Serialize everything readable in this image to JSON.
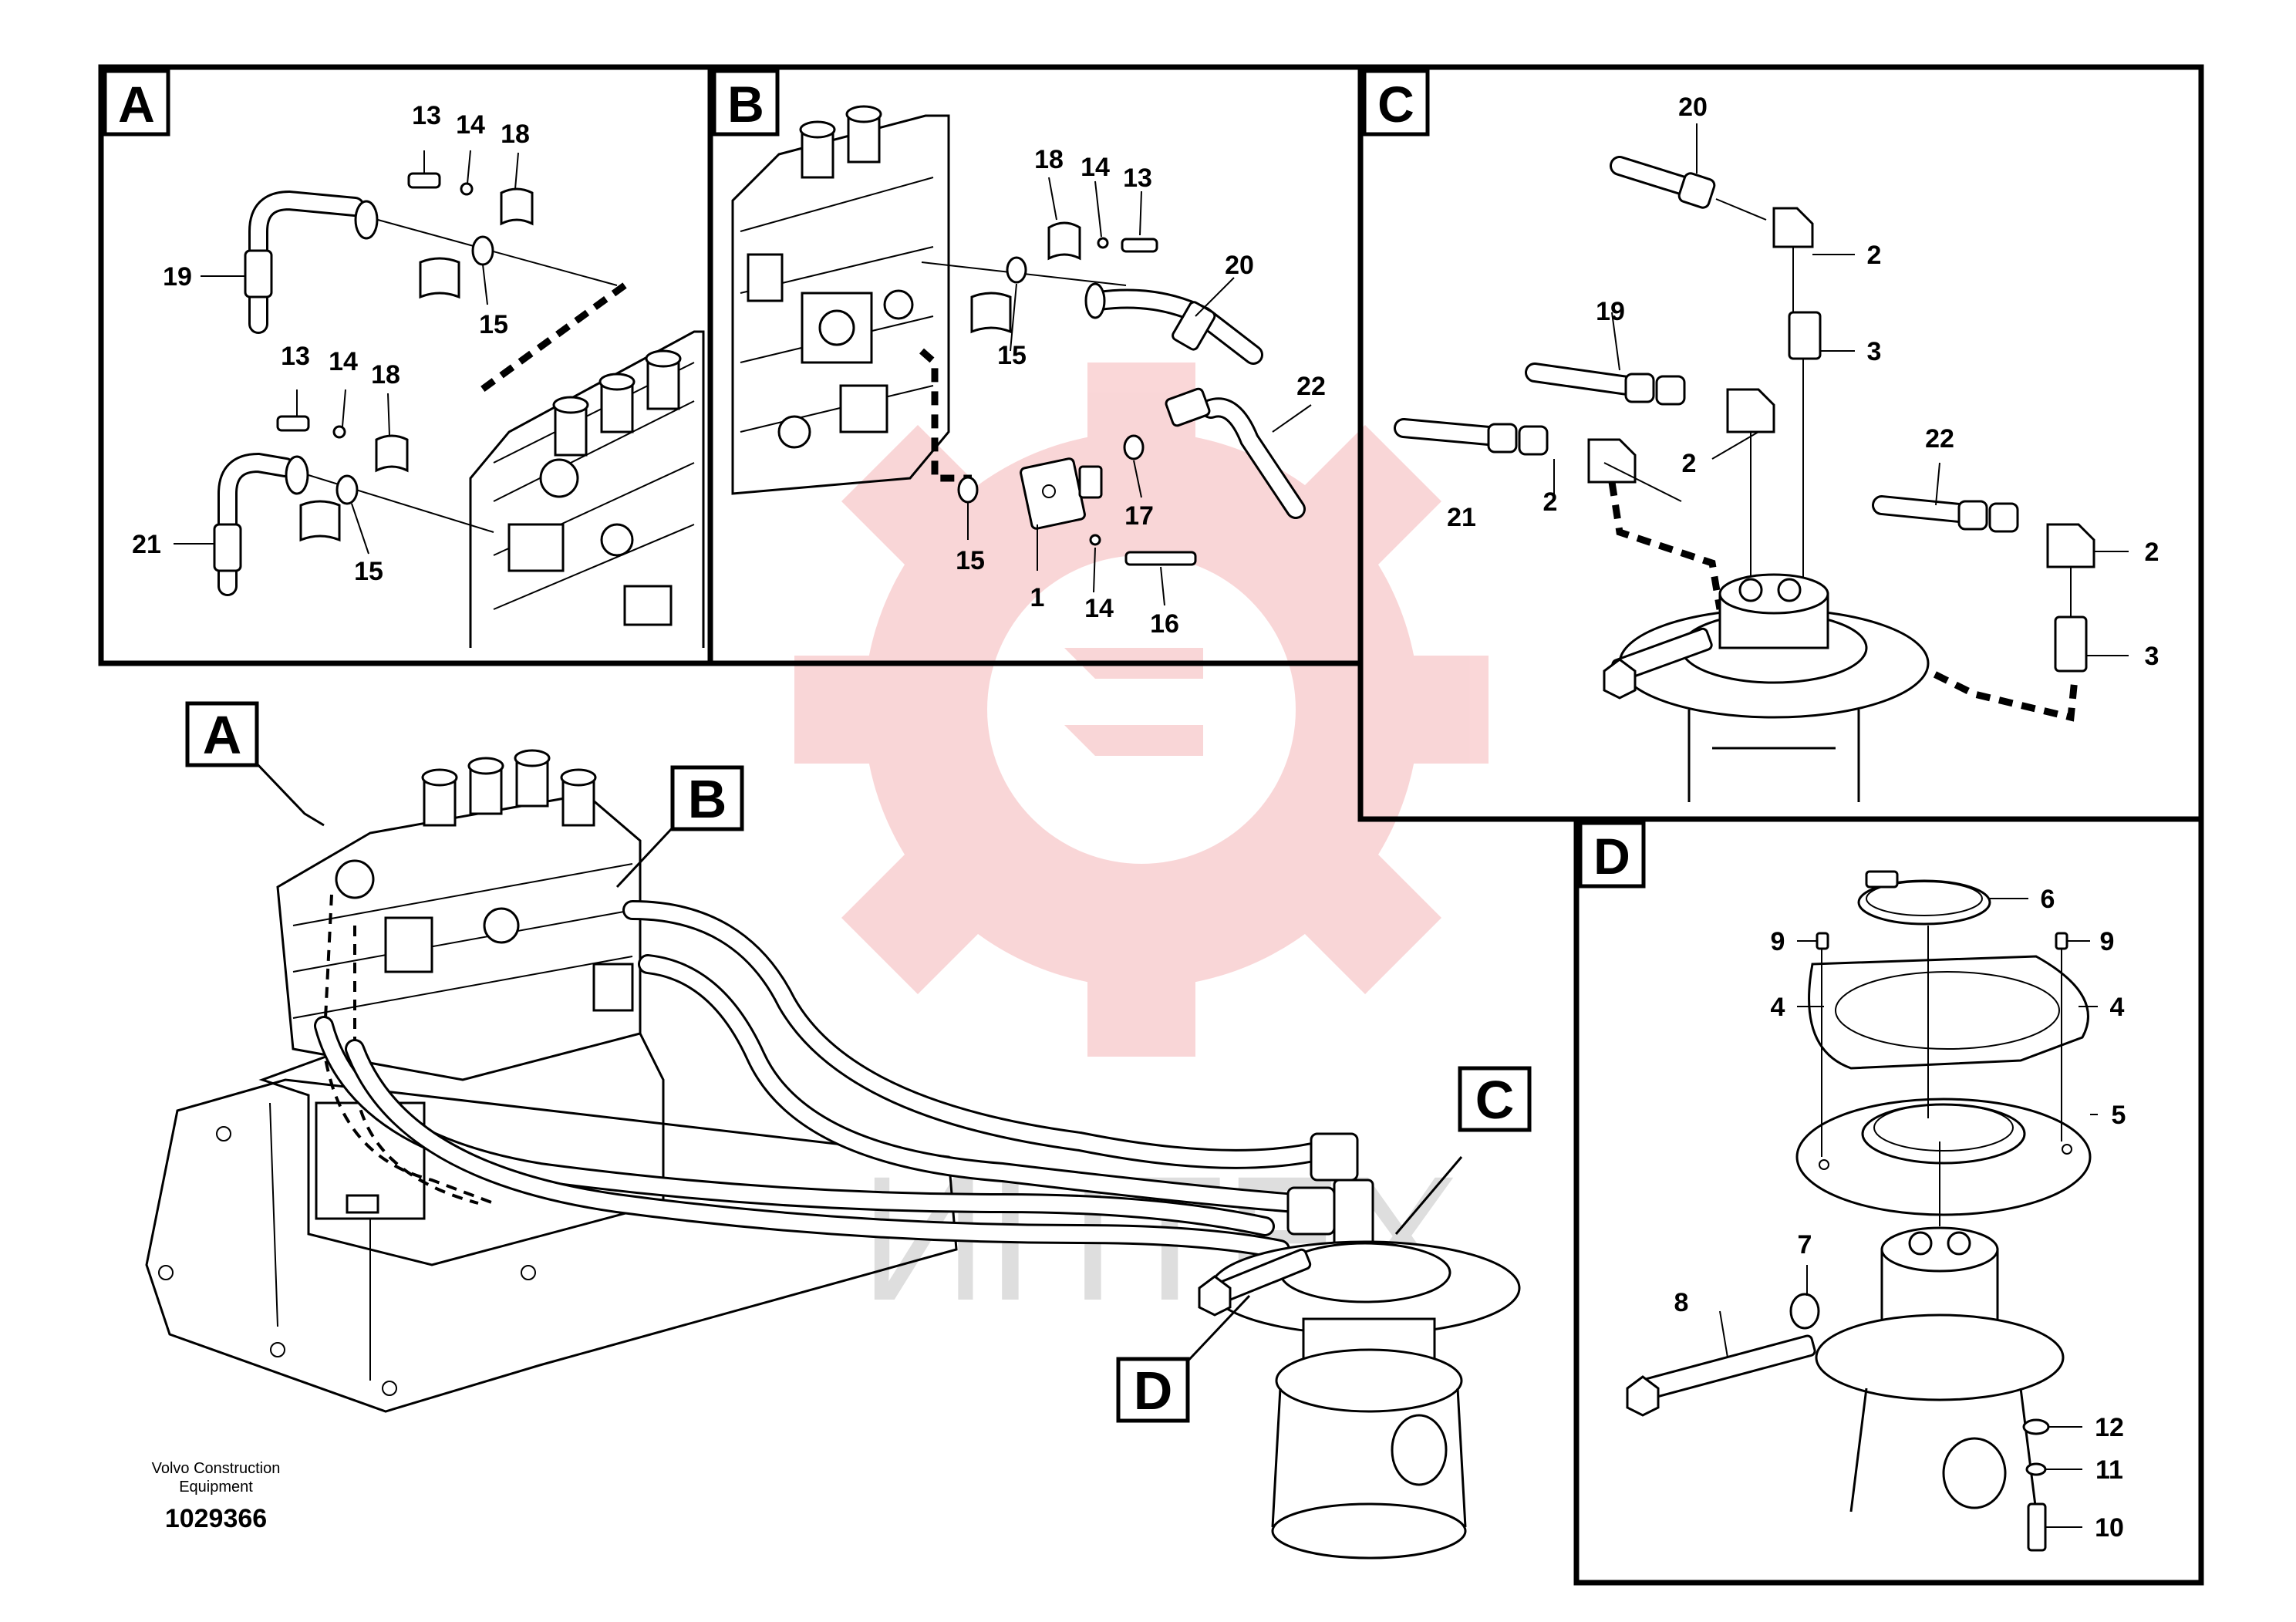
{
  "panels": [
    {
      "letter": "A",
      "labels": [
        "13",
        "14",
        "18",
        "19",
        "15",
        "13",
        "14",
        "18",
        "21",
        "15"
      ]
    },
    {
      "letter": "B",
      "labels": [
        "18",
        "14",
        "13",
        "20",
        "15",
        "22",
        "17",
        "15",
        "1",
        "14",
        "16"
      ]
    },
    {
      "letter": "C",
      "labels": [
        "20",
        "2",
        "19",
        "3",
        "22",
        "21",
        "2",
        "2",
        "2",
        "3"
      ]
    },
    {
      "letter": "D",
      "labels": [
        "6",
        "9",
        "9",
        "4",
        "4",
        "5",
        "7",
        "8",
        "12",
        "11",
        "10"
      ]
    }
  ],
  "callouts": [
    "A",
    "B",
    "C",
    "D"
  ],
  "footer": {
    "manufacturer_line1": "Volvo Construction",
    "manufacturer_line2": "Equipment",
    "drawing_number": "1029366"
  },
  "watermark": {
    "text": "ИНТЕХ",
    "gear_color": "#e8474c",
    "text_color": "#c9c9c9"
  }
}
